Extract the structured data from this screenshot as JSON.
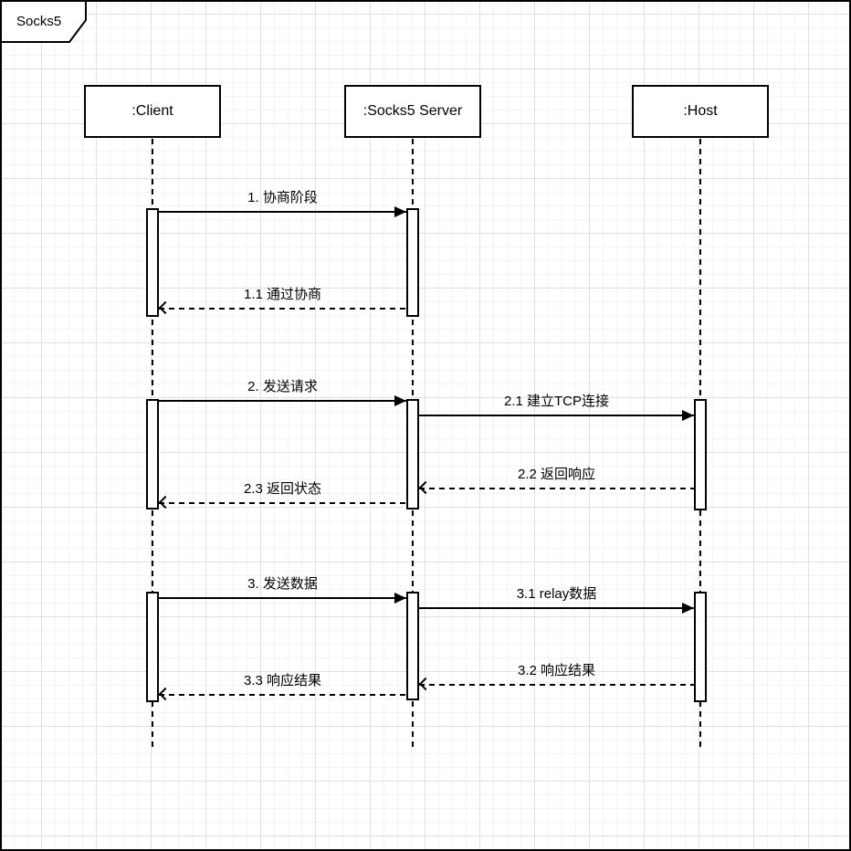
{
  "frame": {
    "title": "Socks5"
  },
  "actors": [
    {
      "name": ":Client"
    },
    {
      "name": ":Socks5 Server"
    },
    {
      "name": ":Host"
    }
  ],
  "messages": [
    {
      "id": "1",
      "label": "1. 协商阶段",
      "from": ":Client",
      "to": ":Socks5 Server",
      "line": "solid",
      "arrow": "filled"
    },
    {
      "id": "1.1",
      "label": "1.1 通过协商",
      "from": ":Socks5 Server",
      "to": ":Client",
      "line": "dashed",
      "arrow": "open"
    },
    {
      "id": "2",
      "label": "2. 发送请求",
      "from": ":Client",
      "to": ":Socks5 Server",
      "line": "solid",
      "arrow": "filled"
    },
    {
      "id": "2.1",
      "label": "2.1 建立TCP连接",
      "from": ":Socks5 Server",
      "to": ":Host",
      "line": "solid",
      "arrow": "filled"
    },
    {
      "id": "2.2",
      "label": "2.2 返回响应",
      "from": ":Host",
      "to": ":Socks5 Server",
      "line": "dashed",
      "arrow": "open"
    },
    {
      "id": "2.3",
      "label": "2.3 返回状态",
      "from": ":Socks5 Server",
      "to": ":Client",
      "line": "dashed",
      "arrow": "open"
    },
    {
      "id": "3",
      "label": "3. 发送数据",
      "from": ":Client",
      "to": ":Socks5 Server",
      "line": "solid",
      "arrow": "filled"
    },
    {
      "id": "3.1",
      "label": "3.1 relay数据",
      "from": ":Socks5 Server",
      "to": ":Host",
      "line": "solid",
      "arrow": "filled"
    },
    {
      "id": "3.2",
      "label": "3.2 响应结果",
      "from": ":Host",
      "to": ":Socks5 Server",
      "line": "dashed",
      "arrow": "open"
    },
    {
      "id": "3.3",
      "label": "3.3 响应结果",
      "from": ":Socks5 Server",
      "to": ":Client",
      "line": "dashed",
      "arrow": "open"
    }
  ],
  "colors": {
    "stroke": "#000000",
    "background": "#ffffff",
    "grid_minor": "#f4f4f4",
    "grid_major": "#e0e0e0"
  }
}
